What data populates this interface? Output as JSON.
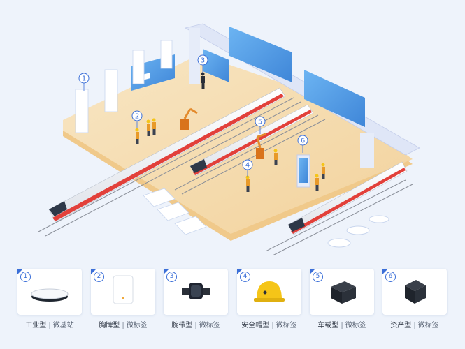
{
  "markers": [
    {
      "num": "1",
      "device": "industrial-base-station"
    },
    {
      "num": "2",
      "device": "badge-tag"
    },
    {
      "num": "3",
      "device": "badge-tag-overhead"
    },
    {
      "num": "4",
      "device": "helmet-tag"
    },
    {
      "num": "5",
      "device": "vehicle-tag"
    },
    {
      "num": "6",
      "device": "asset-tag"
    }
  ],
  "devices": [
    {
      "num": "1",
      "type": "工业型",
      "sep": "|",
      "category": "微基站",
      "icon": "base-station-icon"
    },
    {
      "num": "2",
      "type": "胸牌型",
      "sep": "|",
      "category": "微标签",
      "icon": "badge-icon"
    },
    {
      "num": "3",
      "type": "腕带型",
      "sep": "|",
      "category": "微标签",
      "icon": "wristband-icon"
    },
    {
      "num": "4",
      "type": "安全帽型",
      "sep": "|",
      "category": "微标签",
      "icon": "helmet-icon"
    },
    {
      "num": "5",
      "type": "车载型",
      "sep": "|",
      "category": "微标签",
      "icon": "vehicle-box-icon"
    },
    {
      "num": "6",
      "type": "资产型",
      "sep": "|",
      "category": "微标签",
      "icon": "asset-box-icon"
    }
  ],
  "colors": {
    "background": "#eef3fb",
    "platform": "#f6dfb3",
    "platform_edge": "#f0c98a",
    "marker_blue": "#3b6fd8",
    "screen_blue": "#5aa0e8",
    "train_body": "#f4f4f4",
    "train_stripe": "#e2403a",
    "helmet_yellow": "#f5c518"
  }
}
